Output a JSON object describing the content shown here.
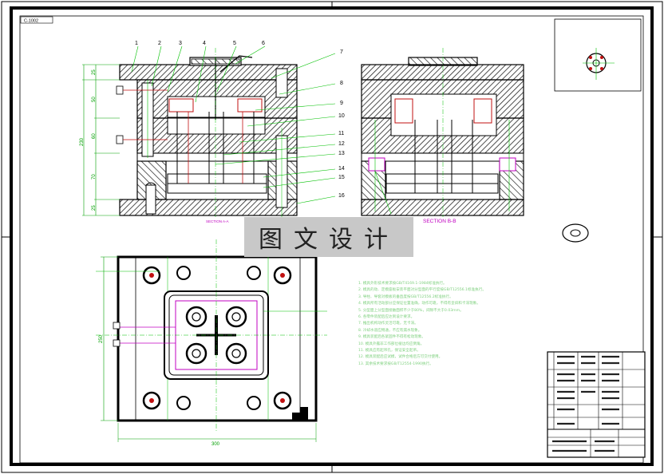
{
  "sheet": {
    "drawing_tag": "C-1002",
    "title_banner": "图文设计"
  },
  "balloons": [
    "1",
    "2",
    "3",
    "4",
    "5",
    "6",
    "7",
    "8",
    "9",
    "10",
    "11",
    "12",
    "13",
    "14",
    "15",
    "16"
  ],
  "dimensions": {
    "left_stack": [
      "25",
      "50",
      "60",
      "70",
      "25"
    ],
    "overall_height": "230",
    "plan_width": "300",
    "plan_height": "250"
  },
  "section_labels": {
    "section_aa": "SECTION A-A",
    "section_bb": "SECTION B-B"
  },
  "colors": {
    "outline": "#000000",
    "leader": "#00c000",
    "section_label": "#c000c0",
    "dimension": "#00a000",
    "notes": "#7fd07f",
    "hatch": "#333333",
    "channel": "#c01010",
    "guide": "#ff00ff",
    "banner_bg": "#c8c8c8"
  },
  "technical_notes": [
    "1. 模具外形技术要求按GB/T4169.1-1984标准执行。",
    "2. 模具的动、定模座板安装平面对分型面的平行度按GB/T12556.1标准执行。",
    "3. 导柱、导套对模板的垂直度按GB/T12556.2标准执行。",
    "4. 模具所有活动部分应保证位置准确，动作可靠，不得有歪斜和卡滞现象。",
    "5. 分型面上分型面接触面积不少于80%，间隙不大于0.03mm。",
    "6. 各零件装配后应达到设计要求。",
    "7. 推出机构动作灵活可靠，无卡滞。",
    "8. 冷却水道应畅通，不应有漏水现象。",
    "9. 模具装配后各紧固件不得有松动现象。",
    "10. 模具外露非工作部位棱边均应倒角。",
    "11. 模具应有起吊孔，保证安全起吊。",
    "12. 模具装配后应试模，试件合格后方可交付使用。",
    "13. 其余技术要求按GB/T12554-1990执行。"
  ]
}
